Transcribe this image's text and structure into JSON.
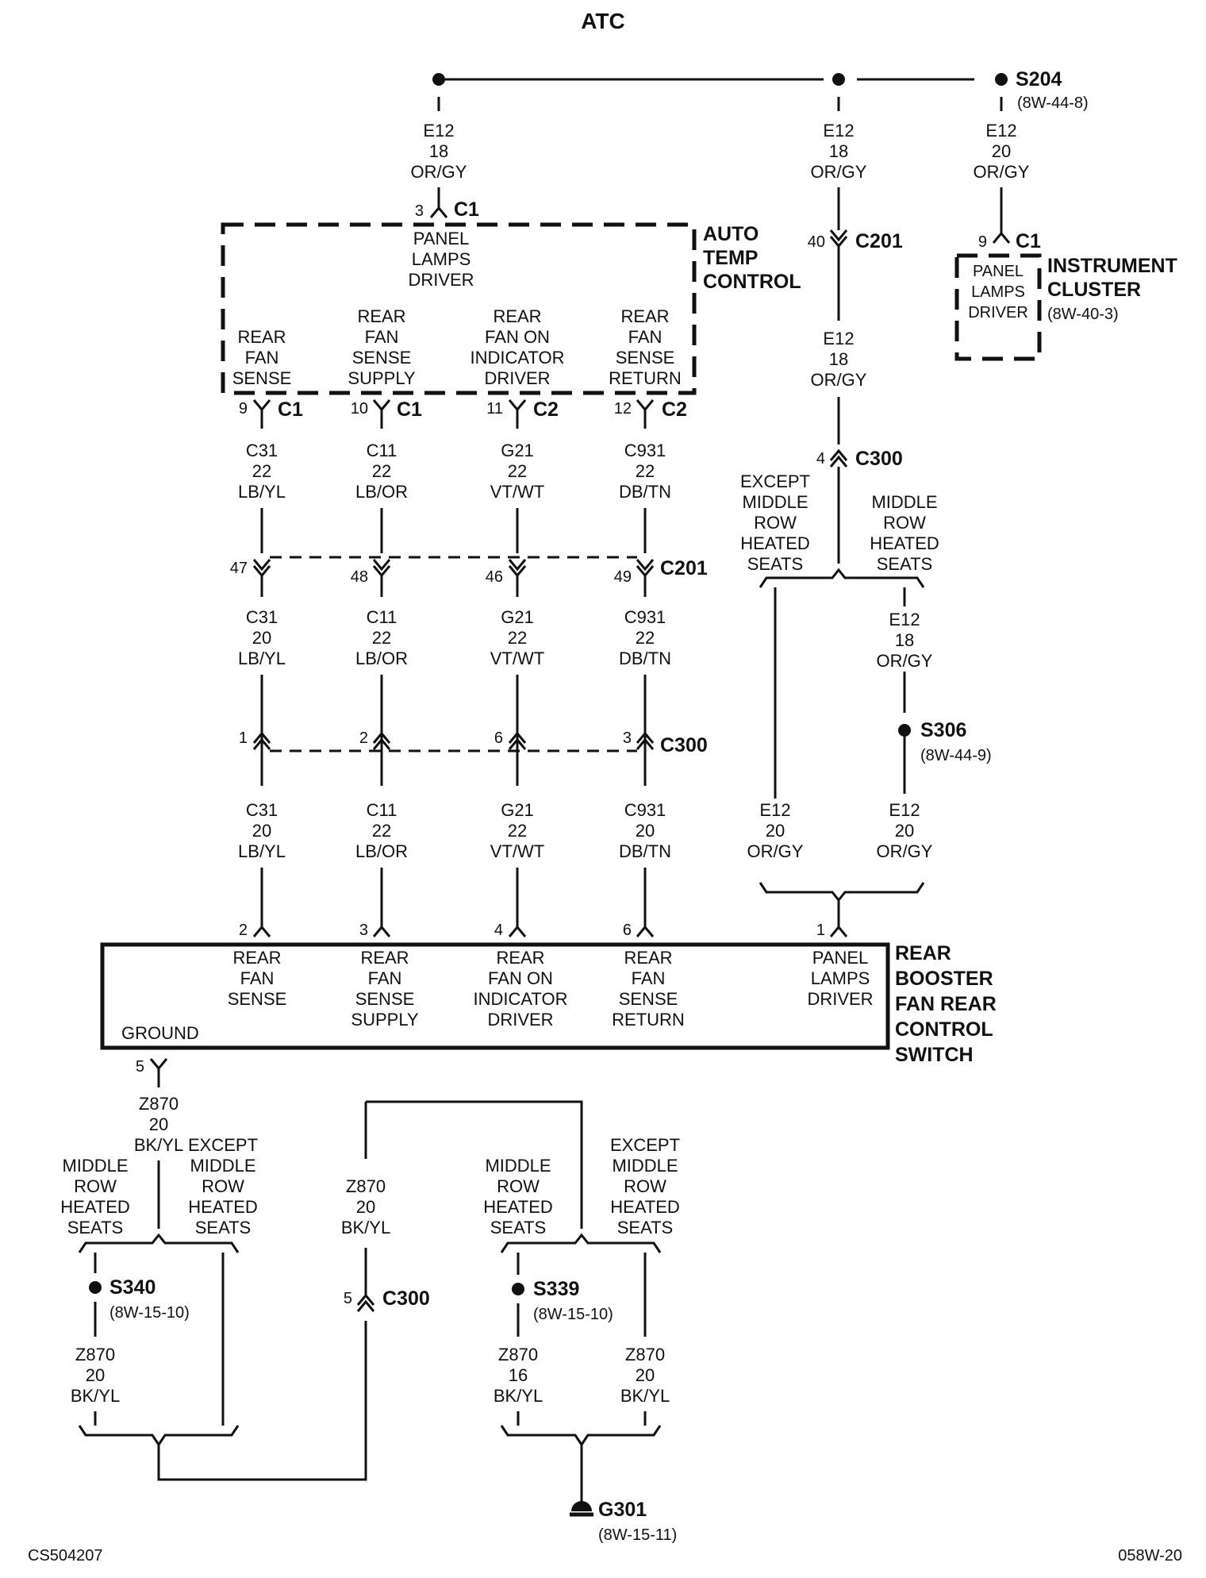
{
  "title": "ATC",
  "footer": {
    "left": "CS504207",
    "right": "058W-20"
  },
  "splices": {
    "s204": {
      "name": "S204",
      "ref": "(8W-44-8)"
    },
    "s306": {
      "name": "S306",
      "ref": "(8W-44-9)"
    },
    "s340": {
      "name": "S340",
      "ref": "(8W-15-10)"
    },
    "s339": {
      "name": "S339",
      "ref": "(8W-15-10)"
    }
  },
  "ground": {
    "name": "G301",
    "ref": "(8W-15-11)"
  },
  "components": {
    "atc": {
      "name": [
        "AUTO",
        "TEMP",
        "CONTROL"
      ],
      "panel": [
        "PANEL",
        "LAMPS",
        "DRIVER"
      ],
      "pins": [
        [
          "REAR",
          "FAN",
          "SENSE"
        ],
        [
          "REAR",
          "FAN",
          "SENSE",
          "SUPPLY"
        ],
        [
          "REAR",
          "FAN ON",
          "INDICATOR",
          "DRIVER"
        ],
        [
          "REAR",
          "FAN",
          "SENSE",
          "RETURN"
        ]
      ]
    },
    "cluster": {
      "name": [
        "INSTRUMENT",
        "CLUSTER"
      ],
      "ref": "(8W-40-3)",
      "panel": [
        "PANEL",
        "LAMPS",
        "DRIVER"
      ]
    },
    "switch": {
      "name": [
        "REAR",
        "BOOSTER",
        "FAN REAR",
        "CONTROL",
        "SWITCH"
      ],
      "pins": [
        [
          "REAR",
          "FAN",
          "SENSE"
        ],
        [
          "REAR",
          "FAN",
          "SENSE",
          "SUPPLY"
        ],
        [
          "REAR",
          "FAN ON",
          "INDICATOR",
          "DRIVER"
        ],
        [
          "REAR",
          "FAN",
          "SENSE",
          "RETURN"
        ],
        [
          "PANEL",
          "LAMPS",
          "DRIVER"
        ]
      ],
      "ground": "GROUND"
    }
  },
  "connectors": {
    "atc_c1_3": {
      "pin": "3",
      "name": "C1"
    },
    "atc_bottom": [
      {
        "pin": "9",
        "name": "C1"
      },
      {
        "pin": "10",
        "name": "C1"
      },
      {
        "pin": "11",
        "name": "C2"
      },
      {
        "pin": "12",
        "name": "C2"
      }
    ],
    "cluster_c1": {
      "pin": "9",
      "name": "C1"
    },
    "c201_e12": {
      "pin": "40",
      "name": "C201"
    },
    "c300_e12": {
      "pin": "4",
      "name": "C300"
    },
    "c201_row": {
      "pins": [
        "47",
        "48",
        "46",
        "49"
      ],
      "name": "C201"
    },
    "c300_row": {
      "pins": [
        "1",
        "2",
        "6",
        "3"
      ],
      "name": "C300"
    },
    "switch_pins": [
      "2",
      "3",
      "4",
      "6",
      "1"
    ],
    "switch_ground": "5",
    "c300_ground": {
      "pin": "5",
      "name": "C300"
    }
  },
  "wires": {
    "top_left": [
      "E12",
      "18",
      "OR/GY"
    ],
    "top_mid": [
      "E12",
      "18",
      "OR/GY"
    ],
    "top_right": [
      "E12",
      "20",
      "OR/GY"
    ],
    "mid_e12": [
      "E12",
      "18",
      "OR/GY"
    ],
    "row1": [
      [
        "C31",
        "22",
        "LB/YL"
      ],
      [
        "C11",
        "22",
        "LB/OR"
      ],
      [
        "G21",
        "22",
        "VT/WT"
      ],
      [
        "C931",
        "22",
        "DB/TN"
      ]
    ],
    "row2": [
      [
        "C31",
        "20",
        "LB/YL"
      ],
      [
        "C11",
        "22",
        "LB/OR"
      ],
      [
        "G21",
        "22",
        "VT/WT"
      ],
      [
        "C931",
        "22",
        "DB/TN"
      ]
    ],
    "row3": [
      [
        "C31",
        "20",
        "LB/YL"
      ],
      [
        "C11",
        "22",
        "LB/OR"
      ],
      [
        "G21",
        "22",
        "VT/WT"
      ],
      [
        "C931",
        "20",
        "DB/TN"
      ]
    ],
    "e12_s306": [
      "E12",
      "18",
      "OR/GY"
    ],
    "e12_left": [
      "E12",
      "20",
      "OR/GY"
    ],
    "e12_right": [
      "E12",
      "20",
      "OR/GY"
    ],
    "z870_top": [
      "Z870",
      "20",
      "BK/YL"
    ],
    "z870_mid": [
      "Z870",
      "20",
      "BK/YL"
    ],
    "z870_left": [
      "Z870",
      "20",
      "BK/YL"
    ],
    "z870_s339": [
      "Z870",
      "16",
      "BK/YL"
    ],
    "z870_right": [
      "Z870",
      "20",
      "BK/YL"
    ]
  },
  "options": {
    "except": [
      "EXCEPT",
      "MIDDLE",
      "ROW",
      "HEATED",
      "SEATS"
    ],
    "middle": [
      "MIDDLE",
      "ROW",
      "HEATED",
      "SEATS"
    ]
  }
}
